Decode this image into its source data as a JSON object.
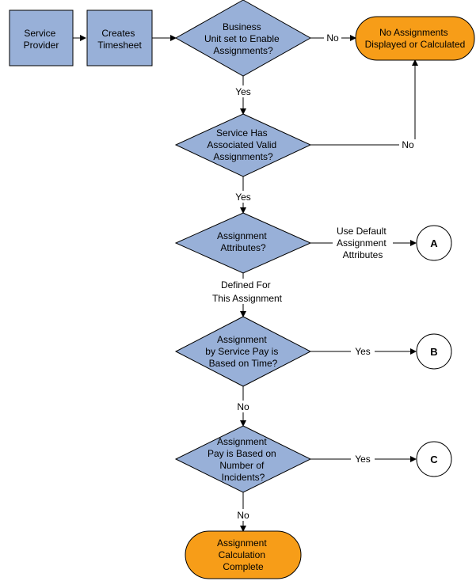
{
  "nodes": {
    "service_provider": [
      "Service",
      "Provider"
    ],
    "creates_timesheet": [
      "Creates",
      "Timesheet"
    ],
    "business_unit": [
      "Business",
      "Unit set to Enable",
      "Assignments?"
    ],
    "no_assignments": [
      "No Assignments",
      "Displayed or Calculated"
    ],
    "service_has": [
      "Service Has",
      "Associated Valid",
      "Assignments?"
    ],
    "assignment_attributes": [
      "Assignment",
      "Attributes?"
    ],
    "circle_a": "A",
    "by_service_pay": [
      "Assignment",
      "by Service Pay is",
      "Based on Time?"
    ],
    "circle_b": "B",
    "pay_incidents": [
      "Assignment",
      "Pay is Based on",
      "Number of",
      "Incidents?"
    ],
    "circle_c": "C",
    "calc_complete": [
      "Assignment",
      "Calculation",
      "Complete"
    ]
  },
  "edge_labels": {
    "bu_no": "No",
    "bu_yes": "Yes",
    "sh_no": "No",
    "sh_yes": "Yes",
    "attr_default": [
      "Use Default",
      "Assignment",
      "Attributes"
    ],
    "attr_defined": [
      "Defined For",
      "This Assignment"
    ],
    "time_yes": "Yes",
    "time_no": "No",
    "inc_yes": "Yes",
    "inc_no": "No"
  },
  "colors": {
    "process_fill": "#98b0d8",
    "terminator_fill": "#f79d18",
    "connector_fill": "#ffffff",
    "line": "#000000"
  }
}
